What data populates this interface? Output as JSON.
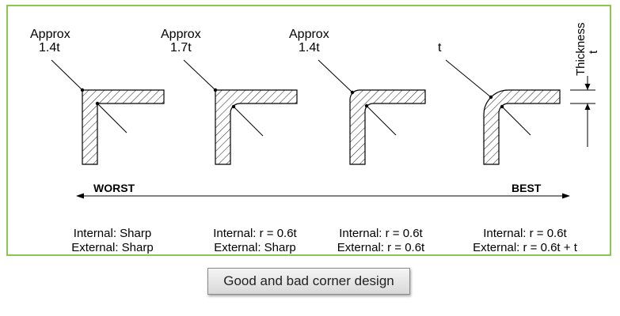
{
  "callouts": {
    "c1_line1": "Approx",
    "c1_line2": "1.4t",
    "c2_line1": "Approx",
    "c2_line2": "1.7t",
    "c3_line1": "Approx",
    "c3_line2": "1.4t",
    "c4_line1": "t"
  },
  "thickness": {
    "label": "Thickness",
    "symbol": "t"
  },
  "scale": {
    "worst": "WORST",
    "best": "BEST"
  },
  "corners": [
    {
      "internal": "Internal: Sharp",
      "external": "External: Sharp"
    },
    {
      "internal": "Internal: r = 0.6t",
      "external": "External: Sharp"
    },
    {
      "internal": "Internal: r = 0.6t",
      "external": "External: r = 0.6t"
    },
    {
      "internal": "Internal: r = 0.6t",
      "external": "External: r = 0.6t + t"
    }
  ],
  "caption": "Good and bad corner design",
  "colors": {
    "border": "#8cc652",
    "ink": "#000000"
  }
}
